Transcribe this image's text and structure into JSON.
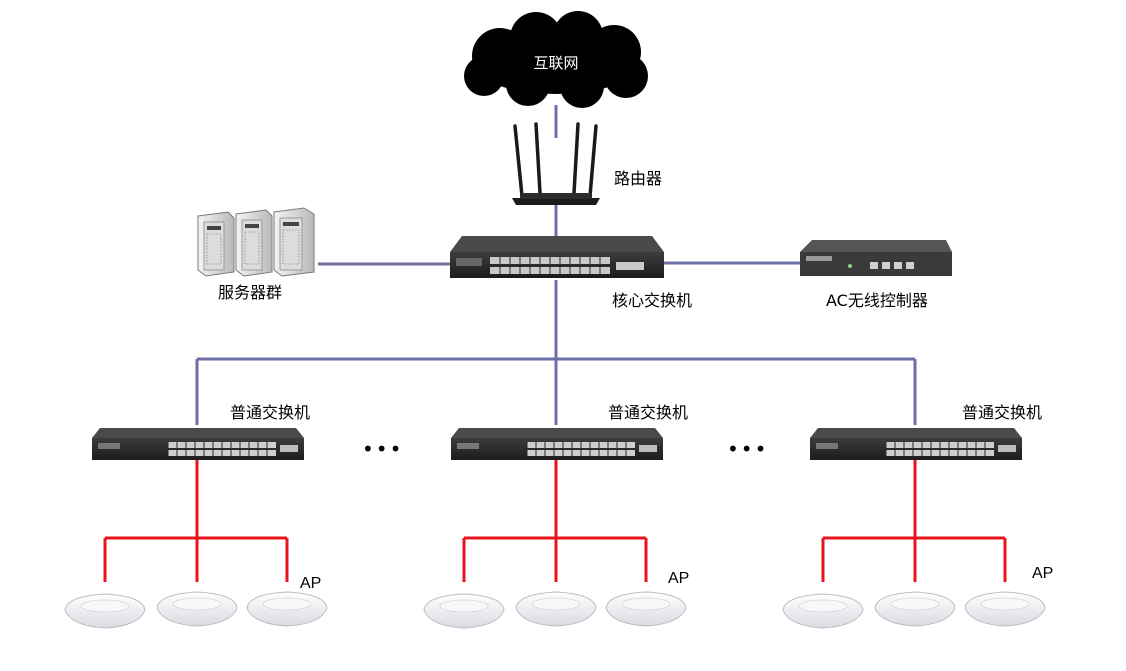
{
  "diagram": {
    "internet_label": "互联网",
    "router_label": "路由器",
    "servers_label": "服务器群",
    "core_switch_label": "核心交换机",
    "ac_controller_label": "AC无线控制器",
    "access_switches": [
      {
        "label": "普通交换机",
        "ap_label": "AP"
      },
      {
        "label": "普通交换机",
        "ap_label": "AP"
      },
      {
        "label": "普通交换机",
        "ap_label": "AP"
      }
    ],
    "ellipsis": "•••",
    "colors": {
      "uplink": "#6f6fa8",
      "ap_link": "#e8141b",
      "device_dark": "#2b2b2b",
      "cloud": "#000000"
    }
  }
}
